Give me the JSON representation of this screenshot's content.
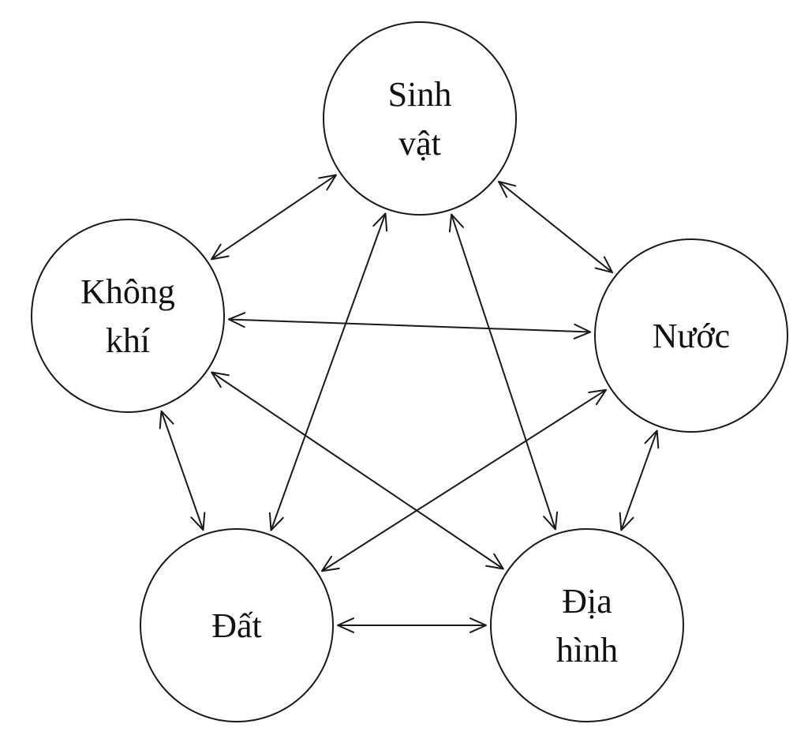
{
  "nodes": [
    {
      "id": "sinh-vat",
      "lines": [
        "Sinh",
        "vật"
      ]
    },
    {
      "id": "khong-khi",
      "lines": [
        "Không",
        "khí"
      ]
    },
    {
      "id": "nuoc",
      "lines": [
        "Nước"
      ]
    },
    {
      "id": "dat",
      "lines": [
        "Đất"
      ]
    },
    {
      "id": "dia-hinh",
      "lines": [
        "Địa",
        "hình"
      ]
    }
  ],
  "edges": [
    {
      "from": "sinh-vat",
      "to": "khong-khi",
      "direction": "both"
    },
    {
      "from": "sinh-vat",
      "to": "nuoc",
      "direction": "both"
    },
    {
      "from": "sinh-vat",
      "to": "dat",
      "direction": "both"
    },
    {
      "from": "sinh-vat",
      "to": "dia-hinh",
      "direction": "both"
    },
    {
      "from": "khong-khi",
      "to": "nuoc",
      "direction": "both"
    },
    {
      "from": "khong-khi",
      "to": "dat",
      "direction": "both"
    },
    {
      "from": "khong-khi",
      "to": "dia-hinh",
      "direction": "both"
    },
    {
      "from": "nuoc",
      "to": "dat",
      "direction": "both"
    },
    {
      "from": "nuoc",
      "to": "dia-hinh",
      "direction": "both"
    },
    {
      "from": "dat",
      "to": "dia-hinh",
      "direction": "both"
    }
  ],
  "colors": {
    "stroke": "#1a1a1a",
    "background": "#ffffff",
    "text": "#111111"
  }
}
